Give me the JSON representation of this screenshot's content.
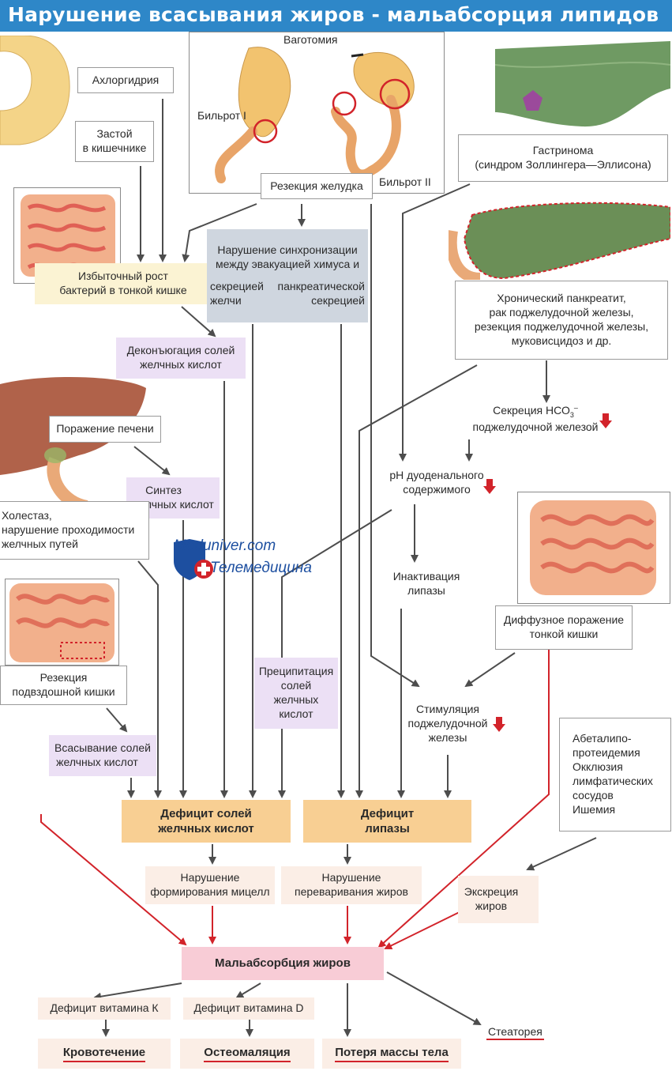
{
  "title": "Нарушение всасывания жиров - мальабсорция липидов",
  "labels": {
    "vagotomy": "Ваготомия",
    "billroth1": "Бильрот I",
    "billroth2": "Бильрот II",
    "achlorhydria": "Ахлоргидрия",
    "stasis1": "Застой",
    "stasis2": "в кишечнике",
    "gastric_resection": "Резекция желудка",
    "gastrinoma1": "Гастринома",
    "gastrinoma2": "(синдром Золлингера—Эллисона)",
    "overgrowth1": "Избыточный рост",
    "overgrowth2": "бактерий в тонкой кишке",
    "sync1": "Нарушение синхронизации",
    "sync2": "между эвакуацией химуса и",
    "sync3a": "секрецией",
    "sync3b": "панкреатической",
    "sync4a": "желчи",
    "sync4b": "секрецией",
    "pancreatitis1": "Хронический панкреатит,",
    "pancreatitis2": "рак поджелудочной железы,",
    "pancreatitis3": "резекция поджелудочной железы,",
    "pancreatitis4": "муковисцидоз и др.",
    "deconj1": "Деконъюгация солей",
    "deconj2": "желчных кислот",
    "liver_damage": "Поражение печени",
    "hco3_1": "Секреция НСО",
    "hco3_sub": "3",
    "hco3_sup": "–",
    "hco3_2": "поджелудочной железой",
    "synth1": "Синтез",
    "synth2": "желчных кислот",
    "ph1": "pH дуоденального",
    "ph2": "содержимого",
    "cholestasis1": "Холестаз,",
    "cholestasis2": "нарушение проходимости",
    "cholestasis3": "желчных путей",
    "lipase_inact1": "Инактивация",
    "lipase_inact2": "липазы",
    "diffuse1": "Диффузное поражение",
    "diffuse2": "тонкой кишки",
    "ileal1": "Резекция",
    "ileal2": "подвздошной кишки",
    "precip1": "Преципитация",
    "precip2": "солей",
    "precip3": "желчных",
    "precip4": "кислот",
    "stim1": "Стимуляция",
    "stim2": "поджелудочной",
    "stim3": "железы",
    "abeta1": "Абеталипо-",
    "abeta2": "протеидемия",
    "abeta3": "Окклюзия",
    "abeta4": "лимфатических",
    "abeta5": "сосудов",
    "abeta6": "Ишемия",
    "absorb1": "Всасывание солей",
    "absorb2": "желчных кислот",
    "bile_def1": "Дефицит солей",
    "bile_def2": "желчных кислот",
    "lipase_def1": "Дефицит",
    "lipase_def2": "липазы",
    "micelle1": "Нарушение",
    "micelle2": "формирования мицелл",
    "digest1": "Нарушение",
    "digest2": "переваривания жиров",
    "excretion1": "Экскреция",
    "excretion2": "жиров",
    "malabsorption": "Мальабсорбция жиров",
    "vitk": "Дефицит витамина К",
    "vitd": "Дефицит витамина D",
    "steatorrhea": "Стеаторея",
    "bleeding": "Кровотечение",
    "osteomalacia": "Остеомаляция",
    "weight_loss": "Потеря массы тела"
  },
  "watermark": {
    "line1": "Meduniver.com",
    "line2": "Телемедицина"
  },
  "colors": {
    "title_bar": "#2e87c8",
    "arrow": "#4d4d4d",
    "red_arrow": "#d2232a",
    "lavender": "#ece0f5",
    "gray_box": "#cfd6df",
    "cream": "#fbf3d3",
    "orange": "#f8cf93",
    "pink": "#f8ccd6"
  }
}
